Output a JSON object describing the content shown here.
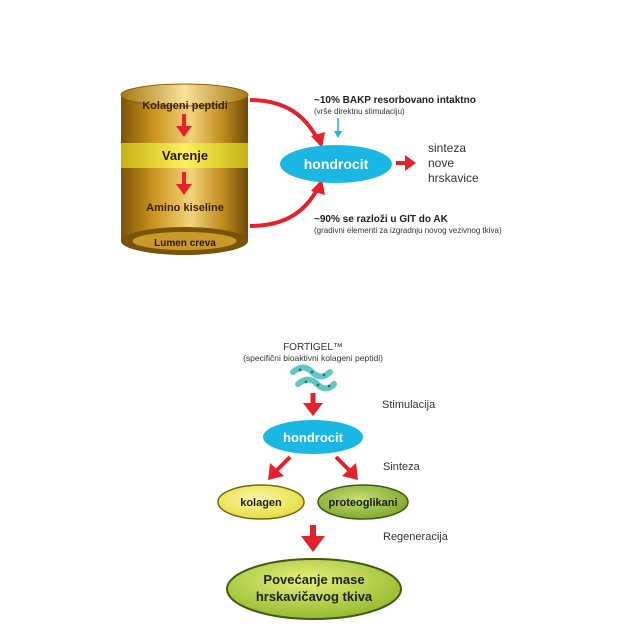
{
  "top": {
    "cylinder": {
      "label_top": "Kolageni peptidi",
      "label_band": "Varenje",
      "label_bottom": "Amino kiseline",
      "label_base": "Lumen creva"
    },
    "cell_label": "hondrocit",
    "note_top_main": "~10% BAKP resorbovano intaktno",
    "note_top_sub": "(vrše direktnu stimulaciju)",
    "note_bottom_main": "~90% se razloži u GIT do AK",
    "note_bottom_sub": "(gradivni elementi za izgradnju novog vezivnog tkiva)",
    "result_lines": [
      "sinteza",
      "nove",
      "hrskavice"
    ]
  },
  "bottom": {
    "product_name": "FORTIGEL™",
    "product_sub": "(specifični bioaktivni kolageni peptidi)",
    "step_stimulation": "Stimulacija",
    "cell_label": "hondrocit",
    "step_synthesis": "Sinteza",
    "node_left": "kolagen",
    "node_right": "proteoglikani",
    "step_regeneration": "Regeneracija",
    "result_lines": [
      "Povećanje mase",
      "hrskavičavog tkiva"
    ]
  },
  "colors": {
    "cyan": "#1ab6e4",
    "red": "#e3222c",
    "gold": "#c9961a",
    "band_yellow": "#f5e73a",
    "node_yellow": "#f4ef6a",
    "node_green": "#9fc63d",
    "result_green": "#b2d235"
  }
}
